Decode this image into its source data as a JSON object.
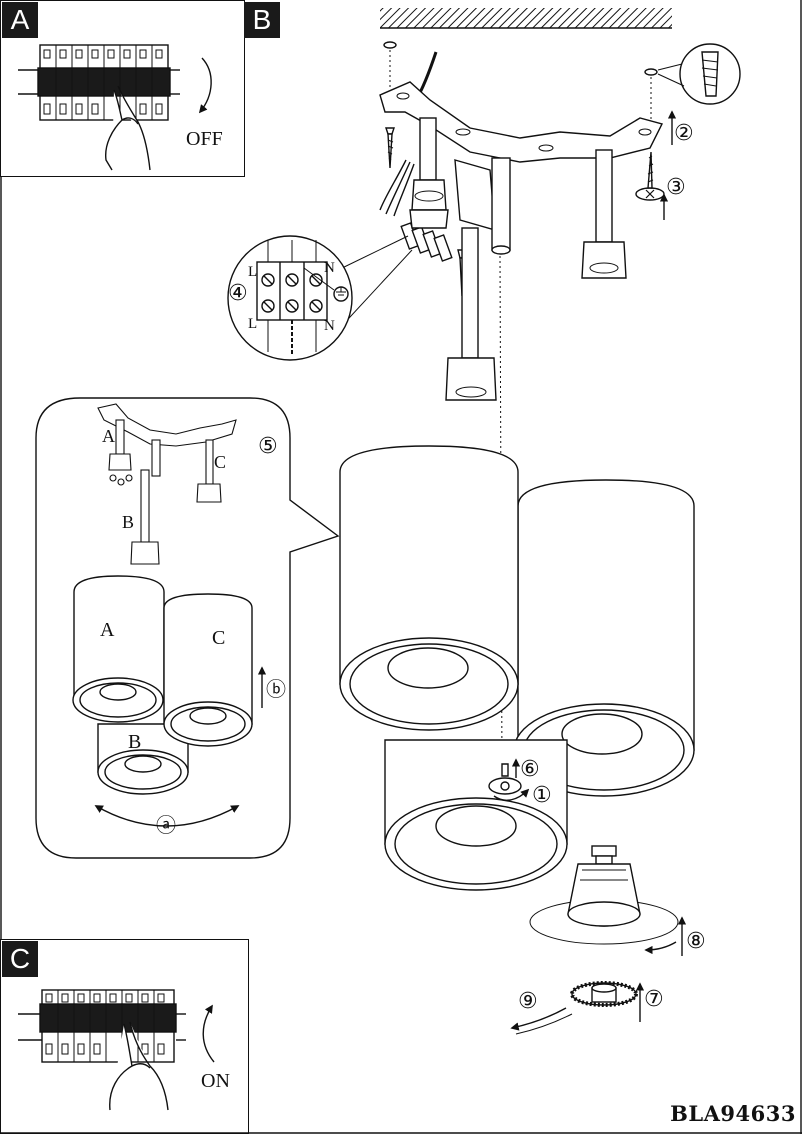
{
  "panels": {
    "a": {
      "tag": "A",
      "state_label": "OFF"
    },
    "b": {
      "tag": "B"
    },
    "c": {
      "tag": "C",
      "state_label": "ON"
    }
  },
  "steps": [
    "①",
    "②",
    "③",
    "④",
    "⑤",
    "⑥",
    "⑦",
    "⑧",
    "⑨",
    "ⓐ",
    "ⓑ"
  ],
  "terminal": {
    "left_top": "L",
    "right_top": "N",
    "left_bottom": "L",
    "right_bottom": "N"
  },
  "shades": {
    "a": "A",
    "b": "B",
    "c": "C"
  },
  "model_code": "BLA94633"
}
